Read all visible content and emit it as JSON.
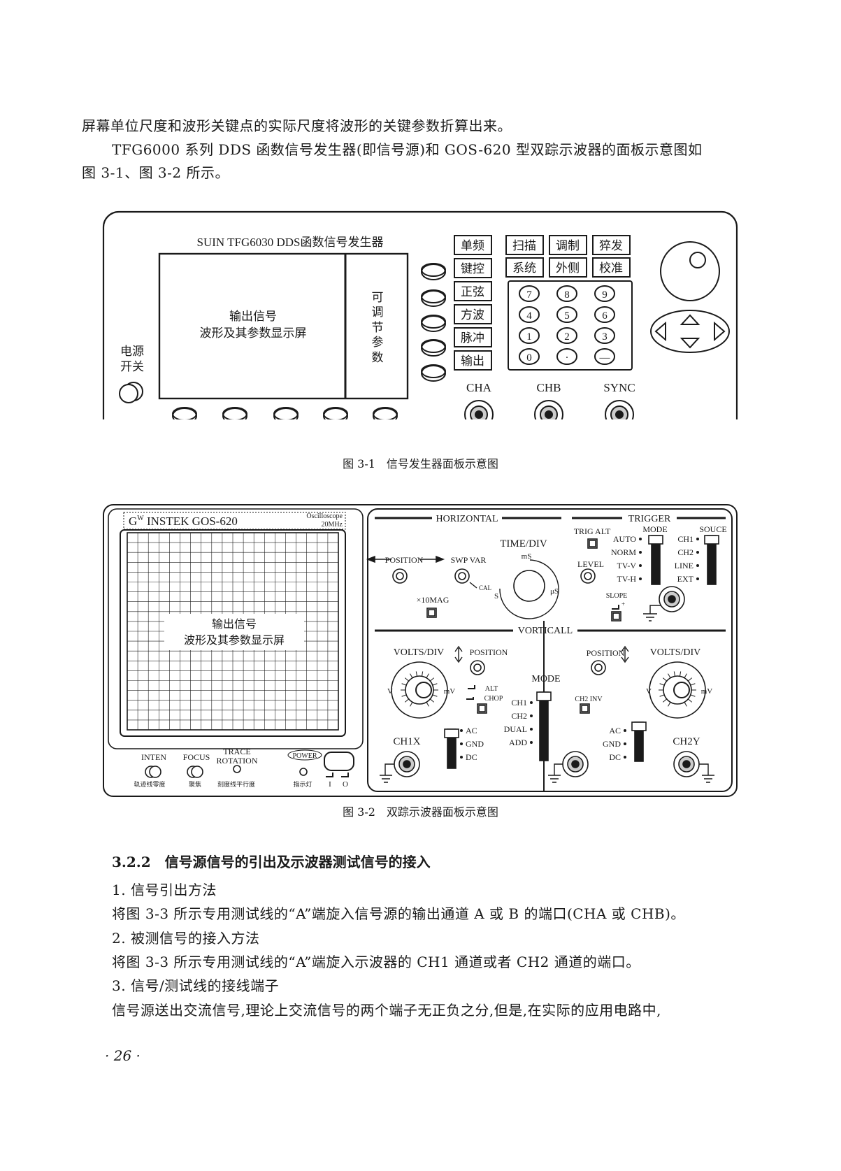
{
  "text": {
    "line1": "屏幕单位尺度和波形关键点的实际尺度将波形的关键参数折算出来。",
    "line2": "TFG6000 系列 DDS 函数信号发生器(即信号源)和 GOS-620 型双踪示波器的面板示意图如",
    "line3": "图 3-1、图 3-2 所示。",
    "section": "3.2.2　信号源信号的引出及示波器测试信号的接入",
    "item1": "1. 信号引出方法",
    "item1_body": "将图 3-3 所示专用测试线的“A”端旋入信号源的输出通道 A 或 B 的端口(CHA 或 CHB)。",
    "item2": "2. 被测信号的接入方法",
    "item2_body": "将图 3-3 所示专用测试线的“A”端旋入示波器的 CH1 通道或者 CH2 通道的端口。",
    "item3": "3. 信号/测试线的接线端子",
    "item3_body": "信号源送出交流信号,理论上交流信号的两个端子无正负之分,但是,在实际的应用电路中,",
    "page_number": "· 26 ·"
  },
  "fig1": {
    "caption": "图 3-1　信号发生器面板示意图",
    "title": "SUIN TFG6030 DDS函数信号发生器",
    "screen_line1": "输出信号",
    "screen_line2": "波形及其参数显示屏",
    "param_chars": [
      "可",
      "调",
      "节",
      "参",
      "数"
    ],
    "power_line1": "电源",
    "power_line2": "开关",
    "func_keys": [
      "单频",
      "键控",
      "正弦",
      "方波",
      "脉冲",
      "输出"
    ],
    "top_keys_row1": [
      "扫描",
      "调制",
      "猝发"
    ],
    "top_keys_row2": [
      "系统",
      "外侧",
      "校准"
    ],
    "keypad": [
      "7",
      "8",
      "9",
      "4",
      "5",
      "6",
      "1",
      "2",
      "3",
      "0",
      "·",
      "—"
    ],
    "ports": [
      "CHA",
      "CHB",
      "SYNC"
    ]
  },
  "fig2": {
    "caption": "图 3-2　双踪示波器面板示意图",
    "brand": "GW INSTEK GOS-620",
    "brand_g": "G",
    "brand_w": "W",
    "brand_rest": " INSTEK GOS-620",
    "osc_label": "Oscilloscope",
    "osc_freq": "20MHz",
    "screen_line1": "输出信号",
    "screen_line2": "波形及其参数显示屏",
    "horizontal": "HORIZONTAL",
    "trigger": "TRIGGER",
    "vorticall": "VORTICALL",
    "time_div": "TIME/DIV",
    "ms": "mS",
    "us": "μS",
    "s": "S",
    "position": "POSITION",
    "swp_var": "SWP VAR",
    "cal": "CAL",
    "mag": "×10MAG",
    "trig_alt": "TRIG ALT",
    "level": "LEVEL",
    "slope": "SLOPE",
    "mode": "MODE",
    "souce": "SOUCE",
    "trig_modes": [
      "AUTO",
      "NORM",
      "TV-V",
      "TV-H"
    ],
    "trig_sources": [
      "CH1",
      "CH2",
      "LINE",
      "EXT"
    ],
    "volts_div": "VOLTS/DIV",
    "ch1_label": "CH1X",
    "ch2_label": "CH2Y",
    "alt": "ALT",
    "chop": "CHOP",
    "ch2_inv": "CH2 INV",
    "vert_modes": [
      "CH1",
      "CH2",
      "DUAL",
      "ADD"
    ],
    "couplings": [
      "AC",
      "GND",
      "DC"
    ],
    "dial_v": "V",
    "dial_mv": "mV",
    "inten": "INTEN",
    "focus": "FOCUS",
    "trace1": "TRACE",
    "trace2": "ROTATION",
    "power": "POWER",
    "inten_cn": "轨迹线零度",
    "focus_cn": "聚焦",
    "trace_cn": "刻度线平行度",
    "lamp_cn": "指示灯",
    "sw_i": "I",
    "sw_o": "O"
  }
}
